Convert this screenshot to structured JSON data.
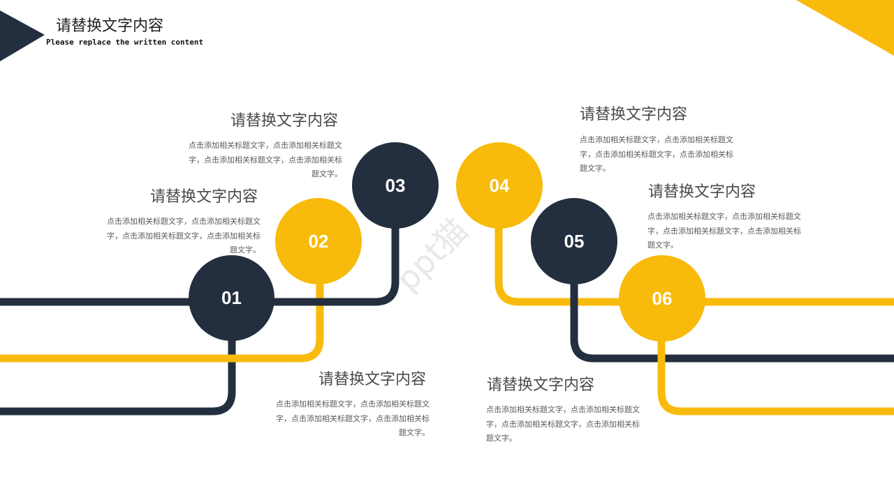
{
  "header": {
    "title": "请替换文字内容",
    "subtitle": "Please replace the written content"
  },
  "colors": {
    "dark": "#232f3e",
    "accent": "#f8bb0c"
  },
  "watermark": "ppt猫",
  "steps": [
    {
      "number": "01",
      "heading": "请替换文字内容",
      "text": "点击添加相关标题文字，点击添加相关标题文字，点击添加相关标题文字，点击添加相关标题文字。"
    },
    {
      "number": "02",
      "heading": "请替换文字内容",
      "text": "点击添加相关标题文字，点击添加相关标题文字，点击添加相关标题文字，点击添加相关标题文字。"
    },
    {
      "number": "03",
      "heading": "请替换文字内容",
      "text": "点击添加相关标题文字，点击添加相关标题文字，点击添加相关标题文字，点击添加相关标题文字。"
    },
    {
      "number": "04",
      "heading": "请替换文字内容",
      "text": "点击添加相关标题文字，点击添加相关标题文字，点击添加相关标题文字，点击添加相关标题文字。"
    },
    {
      "number": "05",
      "heading": "请替换文字内容",
      "text": "点击添加相关标题文字，点击添加相关标题文字，点击添加相关标题文字，点击添加相关标题文字。"
    },
    {
      "number": "06",
      "heading": "请替换文字内容",
      "text": "点击添加相关标题文字，点击添加相关标题文字，点击添加相关标题文字，点击添加相关标题文字。"
    }
  ]
}
